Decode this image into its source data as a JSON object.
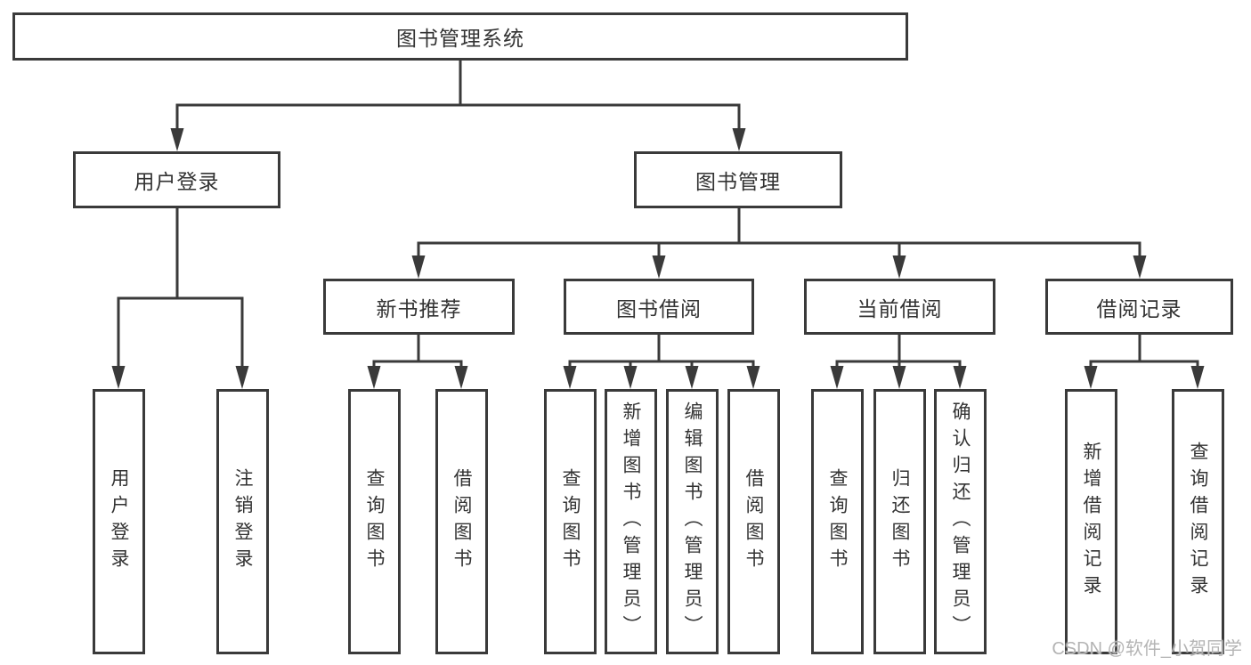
{
  "colors": {
    "line": "#3a3a3a",
    "text": "#333333",
    "background": "#ffffff",
    "watermark": "#b4b4b4"
  },
  "nodes": {
    "root": "图书管理系统",
    "level2": [
      "用户登录",
      "图书管理"
    ],
    "level3": [
      "新书推荐",
      "图书借阅",
      "当前借阅",
      "借阅记录"
    ],
    "leaves_user_login": [
      "用户登录",
      "注销登录"
    ],
    "leaves_new_books": [
      "查询图书",
      "借阅图书"
    ],
    "leaves_book_borrow": [
      "查询图书",
      "新增图书（管理员）",
      "编辑图书（管理员）",
      "借阅图书"
    ],
    "leaves_current_borrow": [
      "查询图书",
      "归还图书",
      "确认归还（管理员）"
    ],
    "leaves_borrow_records": [
      "新增借阅记录",
      "查询借阅记录"
    ]
  },
  "watermark": "CSDN @软件_小贺同学"
}
